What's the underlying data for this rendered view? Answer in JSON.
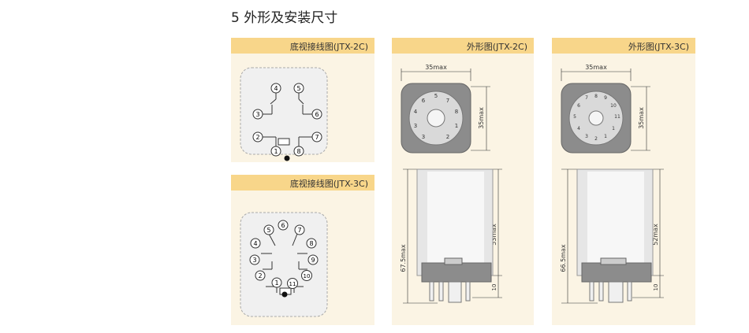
{
  "section_title": "5 外形及安装尺寸",
  "panels": {
    "wiring_2c": {
      "title": "底视接线图(JTX-2C)",
      "pins": [
        "1",
        "2",
        "3",
        "4",
        "5",
        "6",
        "7",
        "8"
      ]
    },
    "wiring_3c": {
      "title": "底视接线图(JTX-3C)",
      "pins": [
        "1",
        "2",
        "3",
        "4",
        "5",
        "6",
        "7",
        "8",
        "9",
        "10",
        "11"
      ]
    },
    "outline_2c": {
      "title": "外形图(JTX-2C)",
      "top_width": "35max",
      "top_height": "35max",
      "total_height": "67.5max",
      "body_height": "53max",
      "pin_length": "10",
      "pins": [
        "1",
        "2",
        "3",
        "4",
        "5",
        "6",
        "7",
        "8"
      ]
    },
    "outline_3c": {
      "title": "外形图(JTX-3C)",
      "top_width": "35max",
      "top_height": "35max",
      "total_height": "66.5max",
      "body_height": "52max",
      "pin_length": "10",
      "pins": [
        "1",
        "2",
        "3",
        "4",
        "5",
        "6",
        "7",
        "8",
        "9",
        "10",
        "11"
      ]
    }
  },
  "colors": {
    "panel_header": "#f8d68a",
    "panel_bg": "#fbf4e4",
    "relay_body": "#8c8c8c"
  }
}
